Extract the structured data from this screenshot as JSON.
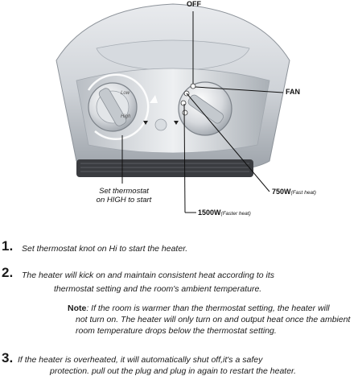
{
  "figure": {
    "callouts": {
      "off": "OFF",
      "fan": "FAN",
      "w750": "750W",
      "w750_note": "(Fast heat)",
      "w1500": "1500W",
      "w1500_note": "(Faster heat)",
      "thermostat_line1": "Set thermostat",
      "thermostat_line2": "on HIGH to start"
    },
    "knob_labels": {
      "low": "Low",
      "high": "High"
    },
    "icons": [
      "heater-body",
      "thermostat-knob",
      "mode-knob",
      "clockwise-arrow-icon",
      "light-indicator"
    ]
  },
  "steps": [
    {
      "num": "1.",
      "lines": [
        "Set thermostat knot on Hi to start the heater."
      ]
    },
    {
      "num": "2.",
      "lines": [
        "The heater will kick on and maintain consistent heat according to its",
        "thermostat setting and the room's ambient temperature."
      ]
    },
    {
      "num": "3.",
      "lines": [
        "If the heater is overheated, it will automatically shut off,it's a safey",
        "protection. pull out the plug and plug in again to restart the heater."
      ]
    }
  ],
  "note": {
    "label": "Note",
    "line1": ": If the room is warmer than the thermostat setting, the heater will",
    "line2": "not turn on. The heater will only turn on and output heat once the ambient",
    "line3": "room temperature drops below the thermostat setting."
  }
}
